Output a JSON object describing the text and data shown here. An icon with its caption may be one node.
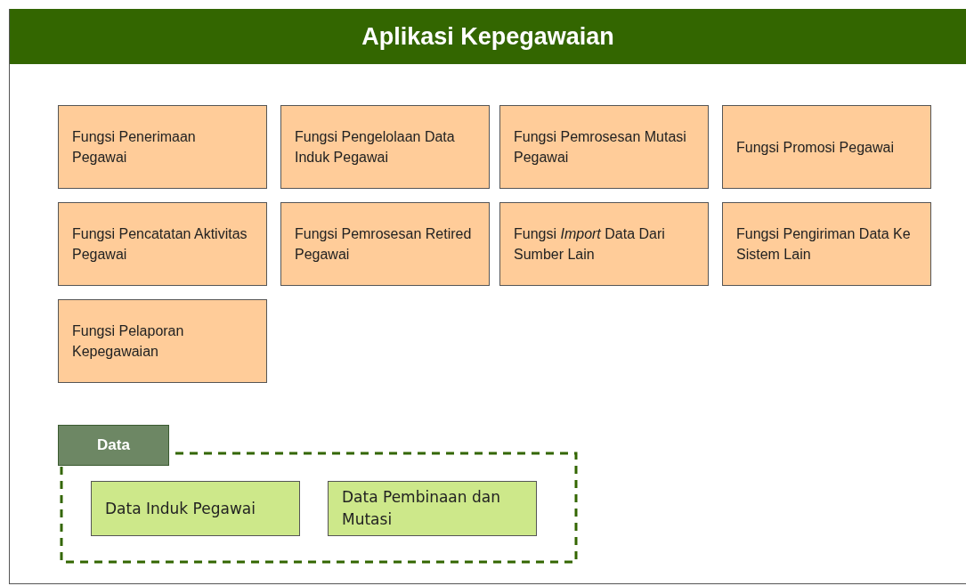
{
  "diagram": {
    "nodes": [
      {
        "text": [
          "Aplikasi Kepegawaian"
        ]
      },
      {
        "text": [
          "Fungsi Penerimaan Pegawai"
        ],
        "in": 0
      },
      {
        "text": [
          "Fungsi Pengelolaan Data Induk Pegawai"
        ],
        "in": 0
      },
      {
        "text": [
          "Fungsi Pemrosesan Mutasi Pegawai"
        ],
        "in": 0
      },
      {
        "text": [
          "Fungsi Promosi Pegawai"
        ],
        "in": 0
      },
      {
        "text": [
          "Fungsi Pencatatan Aktivitas Pegawai"
        ],
        "in": 0
      },
      {
        "text": [
          "Fungsi Pemrosesan Retired Pegawai"
        ],
        "in": 0
      },
      {
        "text": [
          "Fungsi *Import* Data Dari Sumber Lain"
        ],
        "in": 0
      },
      {
        "text": [
          "Fungsi Pengiriman Data Ke Sistem Lain"
        ],
        "in": 0
      },
      {
        "text": [
          "Fungsi Pelaporan Kepegawaian"
        ],
        "in": 0
      },
      {
        "text": [
          "Data"
        ],
        "in": 0
      },
      {
        "text": [
          "Data Induk Pegawai"
        ],
        "in": 10
      },
      {
        "text": [
          "Data Pembinaan dan Mutasi"
        ],
        "in": 10
      }
    ],
    "edges": []
  }
}
